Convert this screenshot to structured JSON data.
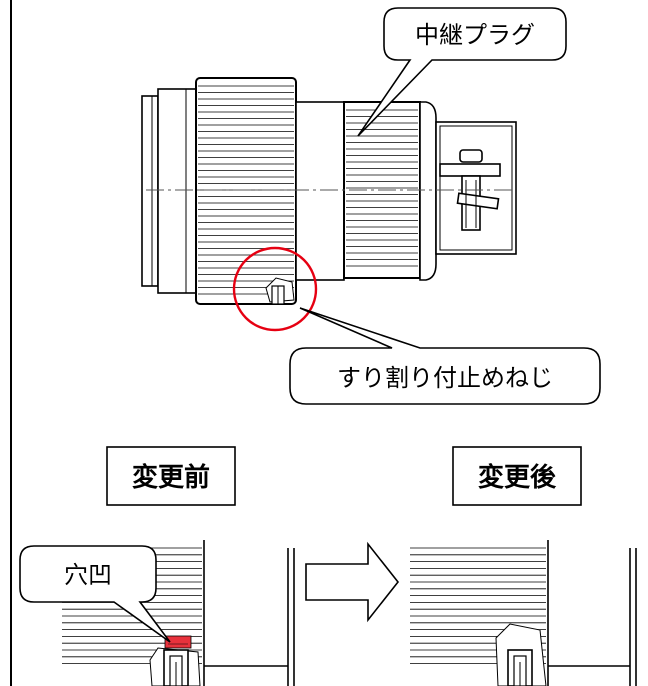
{
  "callouts": {
    "plug": "中継プラグ",
    "screw": "すり割り付止めねじ",
    "hole": "穴凹"
  },
  "labels": {
    "before": "変更前",
    "after": "変更後"
  },
  "colors": {
    "line": "#000000",
    "circle": "#e60012",
    "highlight": "#e8323c"
  }
}
